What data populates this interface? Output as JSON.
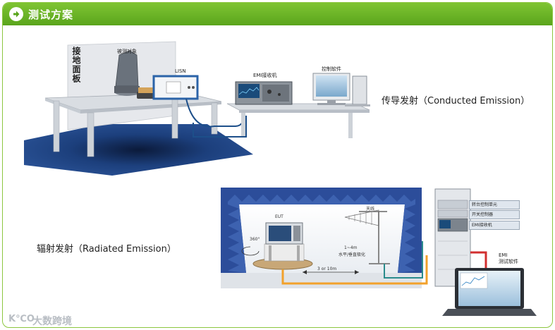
{
  "header": {
    "title": "测试方案",
    "icon": "arrow-right-circle-icon"
  },
  "conducted": {
    "caption": "传导发射（Conducted Emission）",
    "ground_plane": "接地面板",
    "eut_label": "被测对象",
    "lisn_label": "LISN",
    "receiver_label": "EMI接收机",
    "software_label": "控制软件"
  },
  "radiated": {
    "caption": "辐射发射（Radiated Emission）",
    "eut_label": "EUT",
    "turntable_label": "360°",
    "antenna_label": "天线",
    "height_label_1": "1~4m",
    "height_label_2": "水平/垂直极化",
    "distance_label": "3 or 10m",
    "rack_items": [
      "转台控制单元",
      "开关控制器",
      "EMI接收机"
    ],
    "emi_software_line1": "EMI",
    "emi_software_line2": "测试软件"
  },
  "watermark": {
    "logo": "K℃O",
    "text": "大数跨境"
  },
  "colors": {
    "header_green": "#6db52a",
    "floor_blue": "#1c3f7c",
    "absorber_blue": "#2c4d9a",
    "cable_blue": "#1d4f8a",
    "cable_orange": "#f2a12b",
    "cable_teal": "#2a8c8c",
    "cable_red": "#d22f2f"
  }
}
